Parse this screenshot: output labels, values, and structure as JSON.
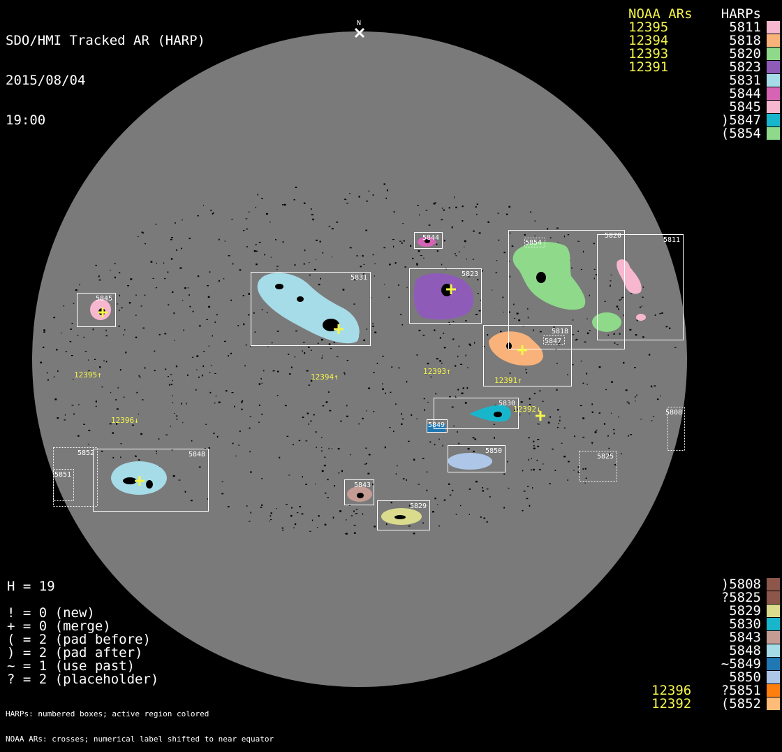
{
  "header": {
    "title": "SDO/HMI Tracked AR (HARP)",
    "date": "2015/08/04",
    "time": "19:00"
  },
  "north_label": "N",
  "top_lists": {
    "noaa_header": "NOAA ARs",
    "harps_header": "HARPs",
    "noaa_ars": [
      "12395",
      "12394",
      "12393",
      "12391"
    ],
    "harps": [
      {
        "label": "5811",
        "color": "#f7b8cf"
      },
      {
        "label": "5818",
        "color": "#f9b27a"
      },
      {
        "label": "5820",
        "color": "#8fd98a"
      },
      {
        "label": "5823",
        "color": "#8e5cb8"
      },
      {
        "label": "5831",
        "color": "#a6dbe8"
      },
      {
        "label": "5844",
        "color": "#d663b4"
      },
      {
        "label": "5845",
        "color": "#f7b8cf"
      },
      {
        "label": ")5847",
        "color": "#17b6cc"
      },
      {
        "label": "(5854",
        "color": "#8fd98a"
      }
    ]
  },
  "stats": {
    "h_line": "H = 19",
    "lines": [
      "! = 0 (new)",
      "+ = 0 (merge)",
      "( = 2 (pad before)",
      ") = 2 (pad after)",
      "~ = 1 (use past)",
      "? = 2 (placeholder)"
    ]
  },
  "bottom_lists": {
    "noaa_ars": [
      "12396",
      "12392"
    ],
    "harps": [
      {
        "label": ")5808",
        "color": "#8c564b"
      },
      {
        "label": "?5825",
        "color": "#8c564b"
      },
      {
        "label": "5829",
        "color": "#dbdb8d"
      },
      {
        "label": "5830",
        "color": "#17b6cc"
      },
      {
        "label": "5843",
        "color": "#c49c94"
      },
      {
        "label": "5848",
        "color": "#a6dbe8"
      },
      {
        "label": "~5849",
        "color": "#1f77b4"
      },
      {
        "label": "5850",
        "color": "#aec7e8"
      },
      {
        "label": "?5851",
        "color": "#ff7f0e"
      },
      {
        "label": "(5852",
        "color": "#ffbb78"
      }
    ]
  },
  "footer": {
    "line1": "HARPs: numbered boxes; active region colored",
    "line2": "NOAA ARs: crosses; numerical label shifted to near equator"
  },
  "disk": {
    "harp_boxes": [
      {
        "label": "5811"
      },
      {
        "label": "5820"
      },
      {
        "label": "5854"
      },
      {
        "label": "5844"
      },
      {
        "label": "5823"
      },
      {
        "label": "5831"
      },
      {
        "label": "5845"
      },
      {
        "label": "5818"
      },
      {
        "label": "5847"
      },
      {
        "label": "5830"
      },
      {
        "label": "5849"
      },
      {
        "label": "5808"
      },
      {
        "label": "5850"
      },
      {
        "label": "5825"
      },
      {
        "label": "5852"
      },
      {
        "label": "5851"
      },
      {
        "label": "5848"
      },
      {
        "label": "5843"
      },
      {
        "label": "5829"
      }
    ],
    "noaa_labels": [
      {
        "text": "12395↑"
      },
      {
        "text": "12394↑"
      },
      {
        "text": "12393↑"
      },
      {
        "text": "12391↑"
      },
      {
        "text": "12392↓"
      },
      {
        "text": "12396↓"
      }
    ]
  },
  "colors": {
    "disk": "#7a7a7a",
    "noaa_text": "#f5f54a",
    "box": "#ffffff"
  }
}
